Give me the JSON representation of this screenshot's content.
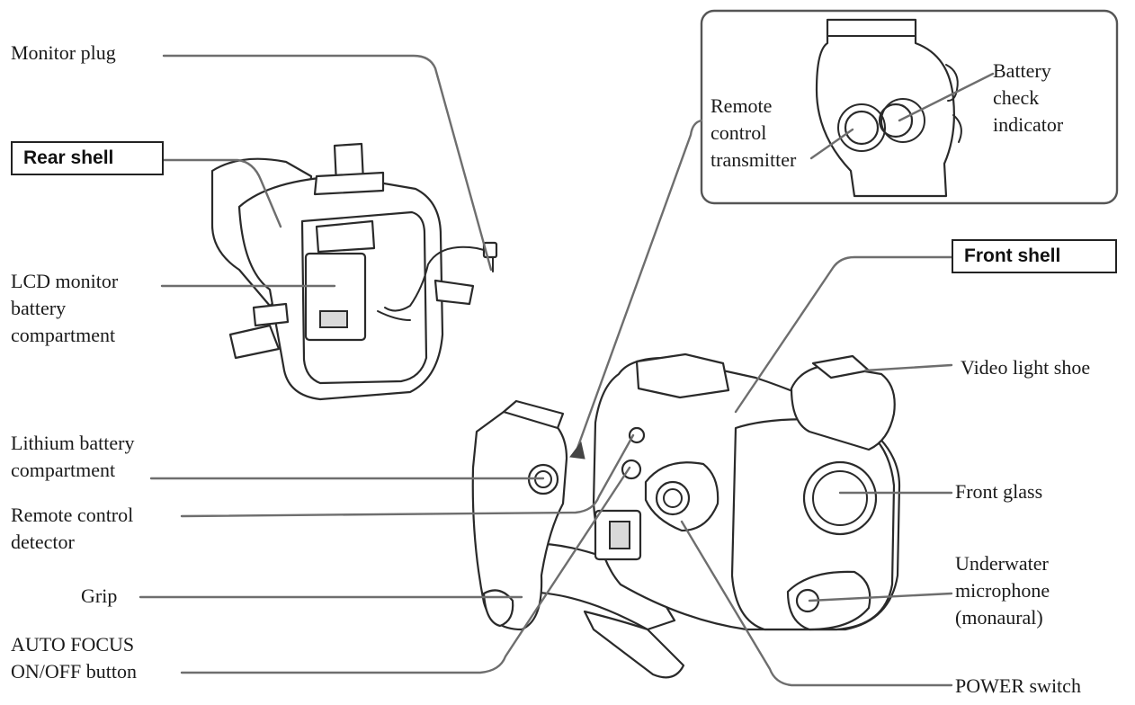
{
  "labels": {
    "monitor_plug": "Monitor plug",
    "rear_shell": "Rear shell",
    "lcd_line1": "LCD monitor",
    "lcd_line2": "battery",
    "lcd_line3": "compartment",
    "lithium_line1": "Lithium battery",
    "lithium_line2": "compartment",
    "remote_det_line1": "Remote control",
    "remote_det_line2": "detector",
    "grip": "Grip",
    "af_line1": "AUTO FOCUS",
    "af_line2": "ON/OFF button",
    "remote_tx_line1": "Remote",
    "remote_tx_line2": "control",
    "remote_tx_line3": "transmitter",
    "battery_check_line1": "Battery",
    "battery_check_line2": "check",
    "battery_check_line3": "indicator",
    "front_shell": "Front shell",
    "video_light_shoe": "Video light shoe",
    "front_glass": "Front glass",
    "mic_line1": "Underwater",
    "mic_line2": "microphone",
    "mic_line3": "(monaural)",
    "power_switch": "POWER switch"
  },
  "colors": {
    "leader_line": "#6e6e6e",
    "outline": "#2a2a2a"
  }
}
